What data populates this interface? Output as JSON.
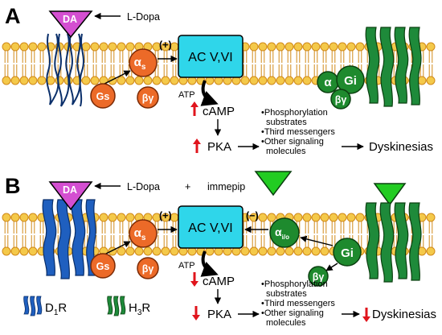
{
  "colors": {
    "membrane_fill": "#f4c94a",
    "membrane_line": "#d18a1a",
    "d1_receptor": "#1f5fbf",
    "h3_receptor": "#1e8a3a",
    "dopamine": "#d44fd1",
    "agonist": "#22cc22",
    "adenylyl_cyclase": "#2fd6ea",
    "gs_orange": "#ec6a28",
    "gi_green": "#1e8a2e",
    "increase_arrow": "#e0141c",
    "decrease_arrow": "#e0141c"
  },
  "panel_a": {
    "letter": "A",
    "ligand": "DA",
    "precursor": "L-Dopa",
    "stimulation_sign": "(+)",
    "cyclase": "AC V,VI",
    "alpha_s": {
      "base": "α",
      "sub": "s"
    },
    "gs": "Gs",
    "beta_gamma": "βγ",
    "gi_alpha": "α",
    "gi": "Gi",
    "gi_beta_gamma": "βγ",
    "atp": "ATP",
    "camp": "cAMP",
    "pka": "PKA",
    "camp_change": "increase",
    "pka_change": "increase",
    "effects": [
      "•Phosphorylation",
      "substrates",
      "•Third messengers",
      "•Other signaling",
      "molecules"
    ],
    "outcome": "Dyskinesias"
  },
  "panel_b": {
    "letter": "B",
    "ligand": "DA",
    "precursor": "L-Dopa",
    "plus": "+",
    "h3_agonist": "immepip",
    "stimulation_sign": "(+)",
    "inhibition_sign": "(−)",
    "cyclase": "AC V,VI",
    "alpha_s": {
      "base": "α",
      "sub": "s"
    },
    "alpha_io": {
      "base": "α",
      "sub": "i/o"
    },
    "gs": "Gs",
    "beta_gamma": "βγ",
    "gi": "Gi",
    "gi_beta_gamma": "βγ",
    "atp": "ATP",
    "camp": "cAMP",
    "pka": "PKA",
    "camp_change": "decrease",
    "pka_change": "decrease",
    "effects": [
      "•Phosphorylation",
      "substrates",
      "•Third messengers",
      "•Other signaling",
      "molecules"
    ],
    "outcome": "Dyskinesias",
    "outcome_change": "decrease"
  },
  "legend": {
    "d1": {
      "base": "D",
      "sub": "1",
      "tail": "R"
    },
    "h3": {
      "base": "H",
      "sub": "3",
      "tail": "R"
    }
  }
}
